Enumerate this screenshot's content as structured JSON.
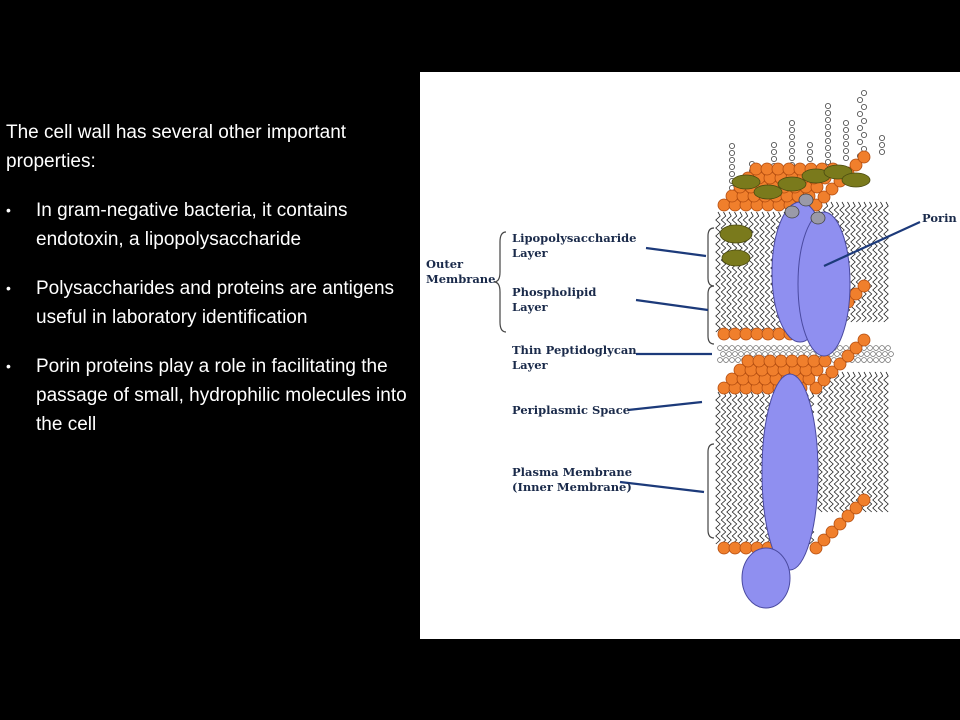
{
  "intro": "The cell wall has several other important properties:",
  "bullets": [
    "In gram-negative bacteria, it contains endotoxin, a lipopolysaccharide",
    "Polysaccharides and proteins are antigens  useful in laboratory identification",
    "Porin proteins play a role in facilitating the passage of small, hydrophilic molecules into the cell"
  ],
  "bullet_glyph": "•",
  "diagram": {
    "outer_membrane": [
      "Outer",
      "Membrane"
    ],
    "lps": [
      "Lipopolysaccharide",
      "Layer"
    ],
    "phospholipid": [
      "Phospholipid",
      "Layer"
    ],
    "peptidoglycan": [
      "Thin Peptidoglycan",
      "Layer"
    ],
    "periplasmic": "Periplasmic Space",
    "plasma": [
      "Plasma Membrane",
      "(Inner Membrane)"
    ],
    "porin": "Porin"
  },
  "colors": {
    "head": "#f07f2c",
    "protein": "#8f8ff0",
    "lps_cap": "#7a7a1c",
    "label": "#1a2a4a",
    "pointer": "#1c3a7a"
  }
}
